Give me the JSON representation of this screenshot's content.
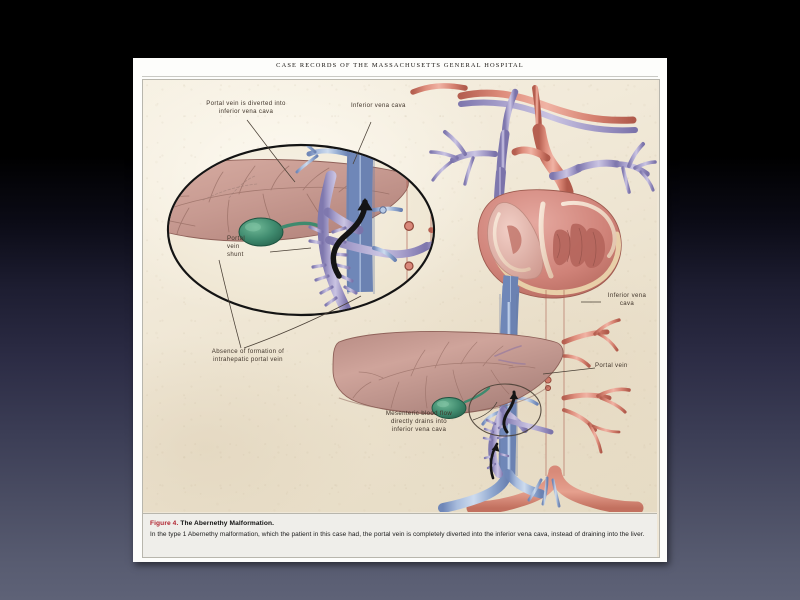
{
  "slide": {
    "background_top_color": "#000000",
    "background_bottom_color": "#5e6277"
  },
  "page": {
    "running_head": "CASE RECORDS OF THE MASSACHUSETTS GENERAL HOSPITAL",
    "paper_color": "#fdfdfb"
  },
  "figure": {
    "parchment_color": "#f1e9d8",
    "callouts": [
      {
        "id": "portal-vein-diverted",
        "text": "Portal vein is diverted into\ninferior vena cava"
      },
      {
        "id": "inferior-vena-cava-top",
        "text": "Inferior vena cava"
      },
      {
        "id": "portal-vein-shunt",
        "text": "Portal\nvein\nshunt"
      },
      {
        "id": "absence-of-formation",
        "text": "Absence of formation of\nintrahepatic portal vein"
      },
      {
        "id": "mesenteric-blood-flow",
        "text": "Mesenteric blood flow\ndirectly drains into\ninferior vena cava"
      },
      {
        "id": "inferior-vena-cava-right",
        "text": "Inferior vena\ncava"
      },
      {
        "id": "portal-vein-right",
        "text": "Portal vein"
      }
    ],
    "anatomy_colors": {
      "vein_blue": "#8fa6ce",
      "vein_purple": "#9a92c4",
      "artery_red": "#d98272",
      "liver_brown": "#c49a92",
      "gallbladder_green": "#3f8a6e",
      "heart_muscle": "#c4726c",
      "arrow_black": "#141414"
    }
  },
  "caption": {
    "figure_number": "Figure 4.",
    "title": "The Abernethy Malformation.",
    "body": "In the type 1 Abernethy malformation, which the patient in this case had, the portal vein is completely diverted into the inferior vena cava, instead of draining into the liver."
  }
}
